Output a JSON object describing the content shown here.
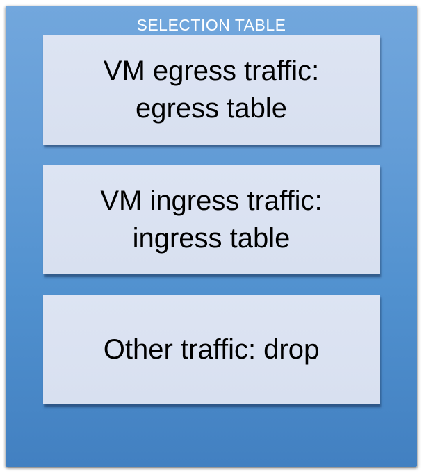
{
  "panel": {
    "title": "SELECTION TABLE",
    "boxes": [
      {
        "id": "vm-egress",
        "label": "VM egress traffic:\negress table"
      },
      {
        "id": "vm-ingress",
        "label": "VM ingress traffic:\ningress table"
      },
      {
        "id": "other",
        "label": "Other traffic: drop"
      }
    ],
    "colors": {
      "panel_gradient_top": "#72a7dd",
      "panel_gradient_bottom": "#4280c1",
      "box_fill": "#dbe3f2",
      "box_shadow": "#162d52",
      "title_text": "#ffffff",
      "box_text": "#000000",
      "page_background": "#ffffff"
    }
  }
}
